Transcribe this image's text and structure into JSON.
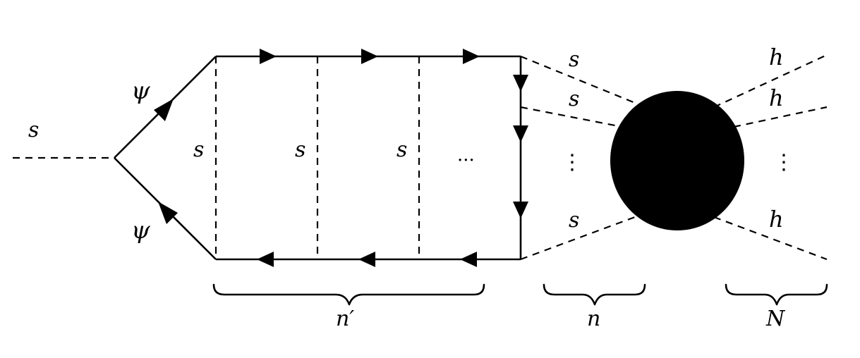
{
  "labels": {
    "s_incoming": "s",
    "psi_top": "ψ",
    "psi_bottom": "ψ",
    "rung_1": "s",
    "rung_2": "s",
    "rung_3": "s",
    "ladder_ellipsis": "···",
    "out_s_1": "s",
    "out_s_2": "s",
    "out_s_vdots": "⋮",
    "out_s_last": "s",
    "h_1": "h",
    "h_2": "h",
    "h_vdots": "⋮",
    "h_last": "h",
    "brace_ladder": "n′",
    "brace_scalars": "n",
    "brace_higgs": "N"
  },
  "colors": {
    "ink": "#000000",
    "background": "#ffffff"
  }
}
